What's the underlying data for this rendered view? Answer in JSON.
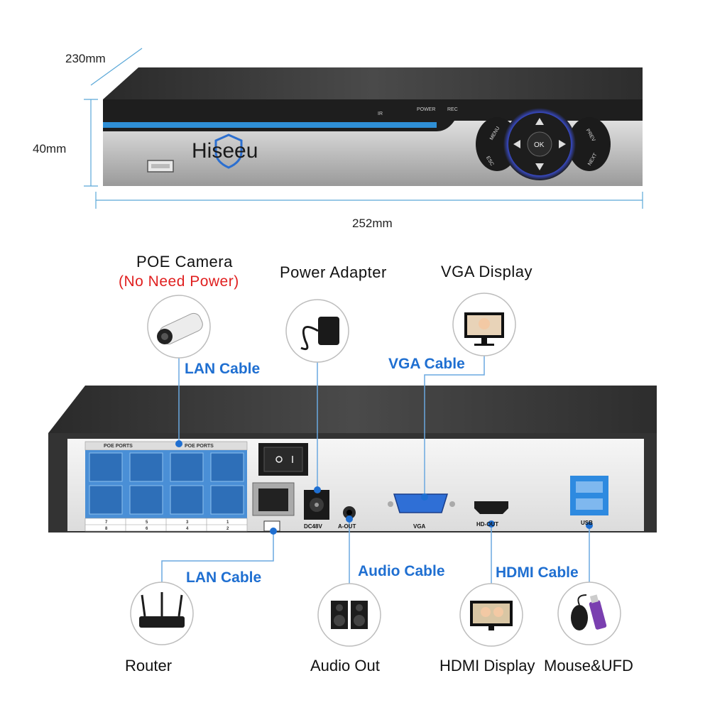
{
  "dimensions": {
    "depth": "230mm",
    "height": "40mm",
    "width": "252mm"
  },
  "front_panel": {
    "brand": "Hiseeu",
    "indicators": [
      "IR",
      "POWER",
      "REC"
    ],
    "buttons": {
      "menu": "MENU",
      "esc": "ESC",
      "ok": "OK",
      "prev": "PREV",
      "next": "NEXT"
    }
  },
  "rear_panel": {
    "poe_header": "POE PORTS",
    "port_numbers_top": [
      "7",
      "5",
      "3",
      "1"
    ],
    "port_numbers_bottom": [
      "8",
      "6",
      "4",
      "2"
    ],
    "ports": {
      "power": "DC48V",
      "audio": "A-OUT",
      "vga": "VGA",
      "hdmi": "HD-OUT",
      "usb": "USB"
    }
  },
  "devices": {
    "poe_camera": {
      "title": "POE Camera",
      "note": "(No Need Power)"
    },
    "power_adapter": {
      "title": "Power Adapter"
    },
    "vga_display": {
      "title": "VGA Display"
    },
    "router": {
      "title": "Router"
    },
    "audio_out": {
      "title": "Audio Out"
    },
    "hdmi_display": {
      "title": "HDMI Display"
    },
    "mouse_ufd": {
      "title": "Mouse&UFD"
    }
  },
  "cables": {
    "lan_top": "LAN Cable",
    "vga": "VGA Cable",
    "lan_bottom": "LAN Cable",
    "audio": "Audio Cable",
    "hdmi": "HDMI Cable"
  },
  "colors": {
    "accent_blue": "#1f6fd1",
    "port_blue": "#4a8fd6",
    "red_note": "#e02020"
  }
}
